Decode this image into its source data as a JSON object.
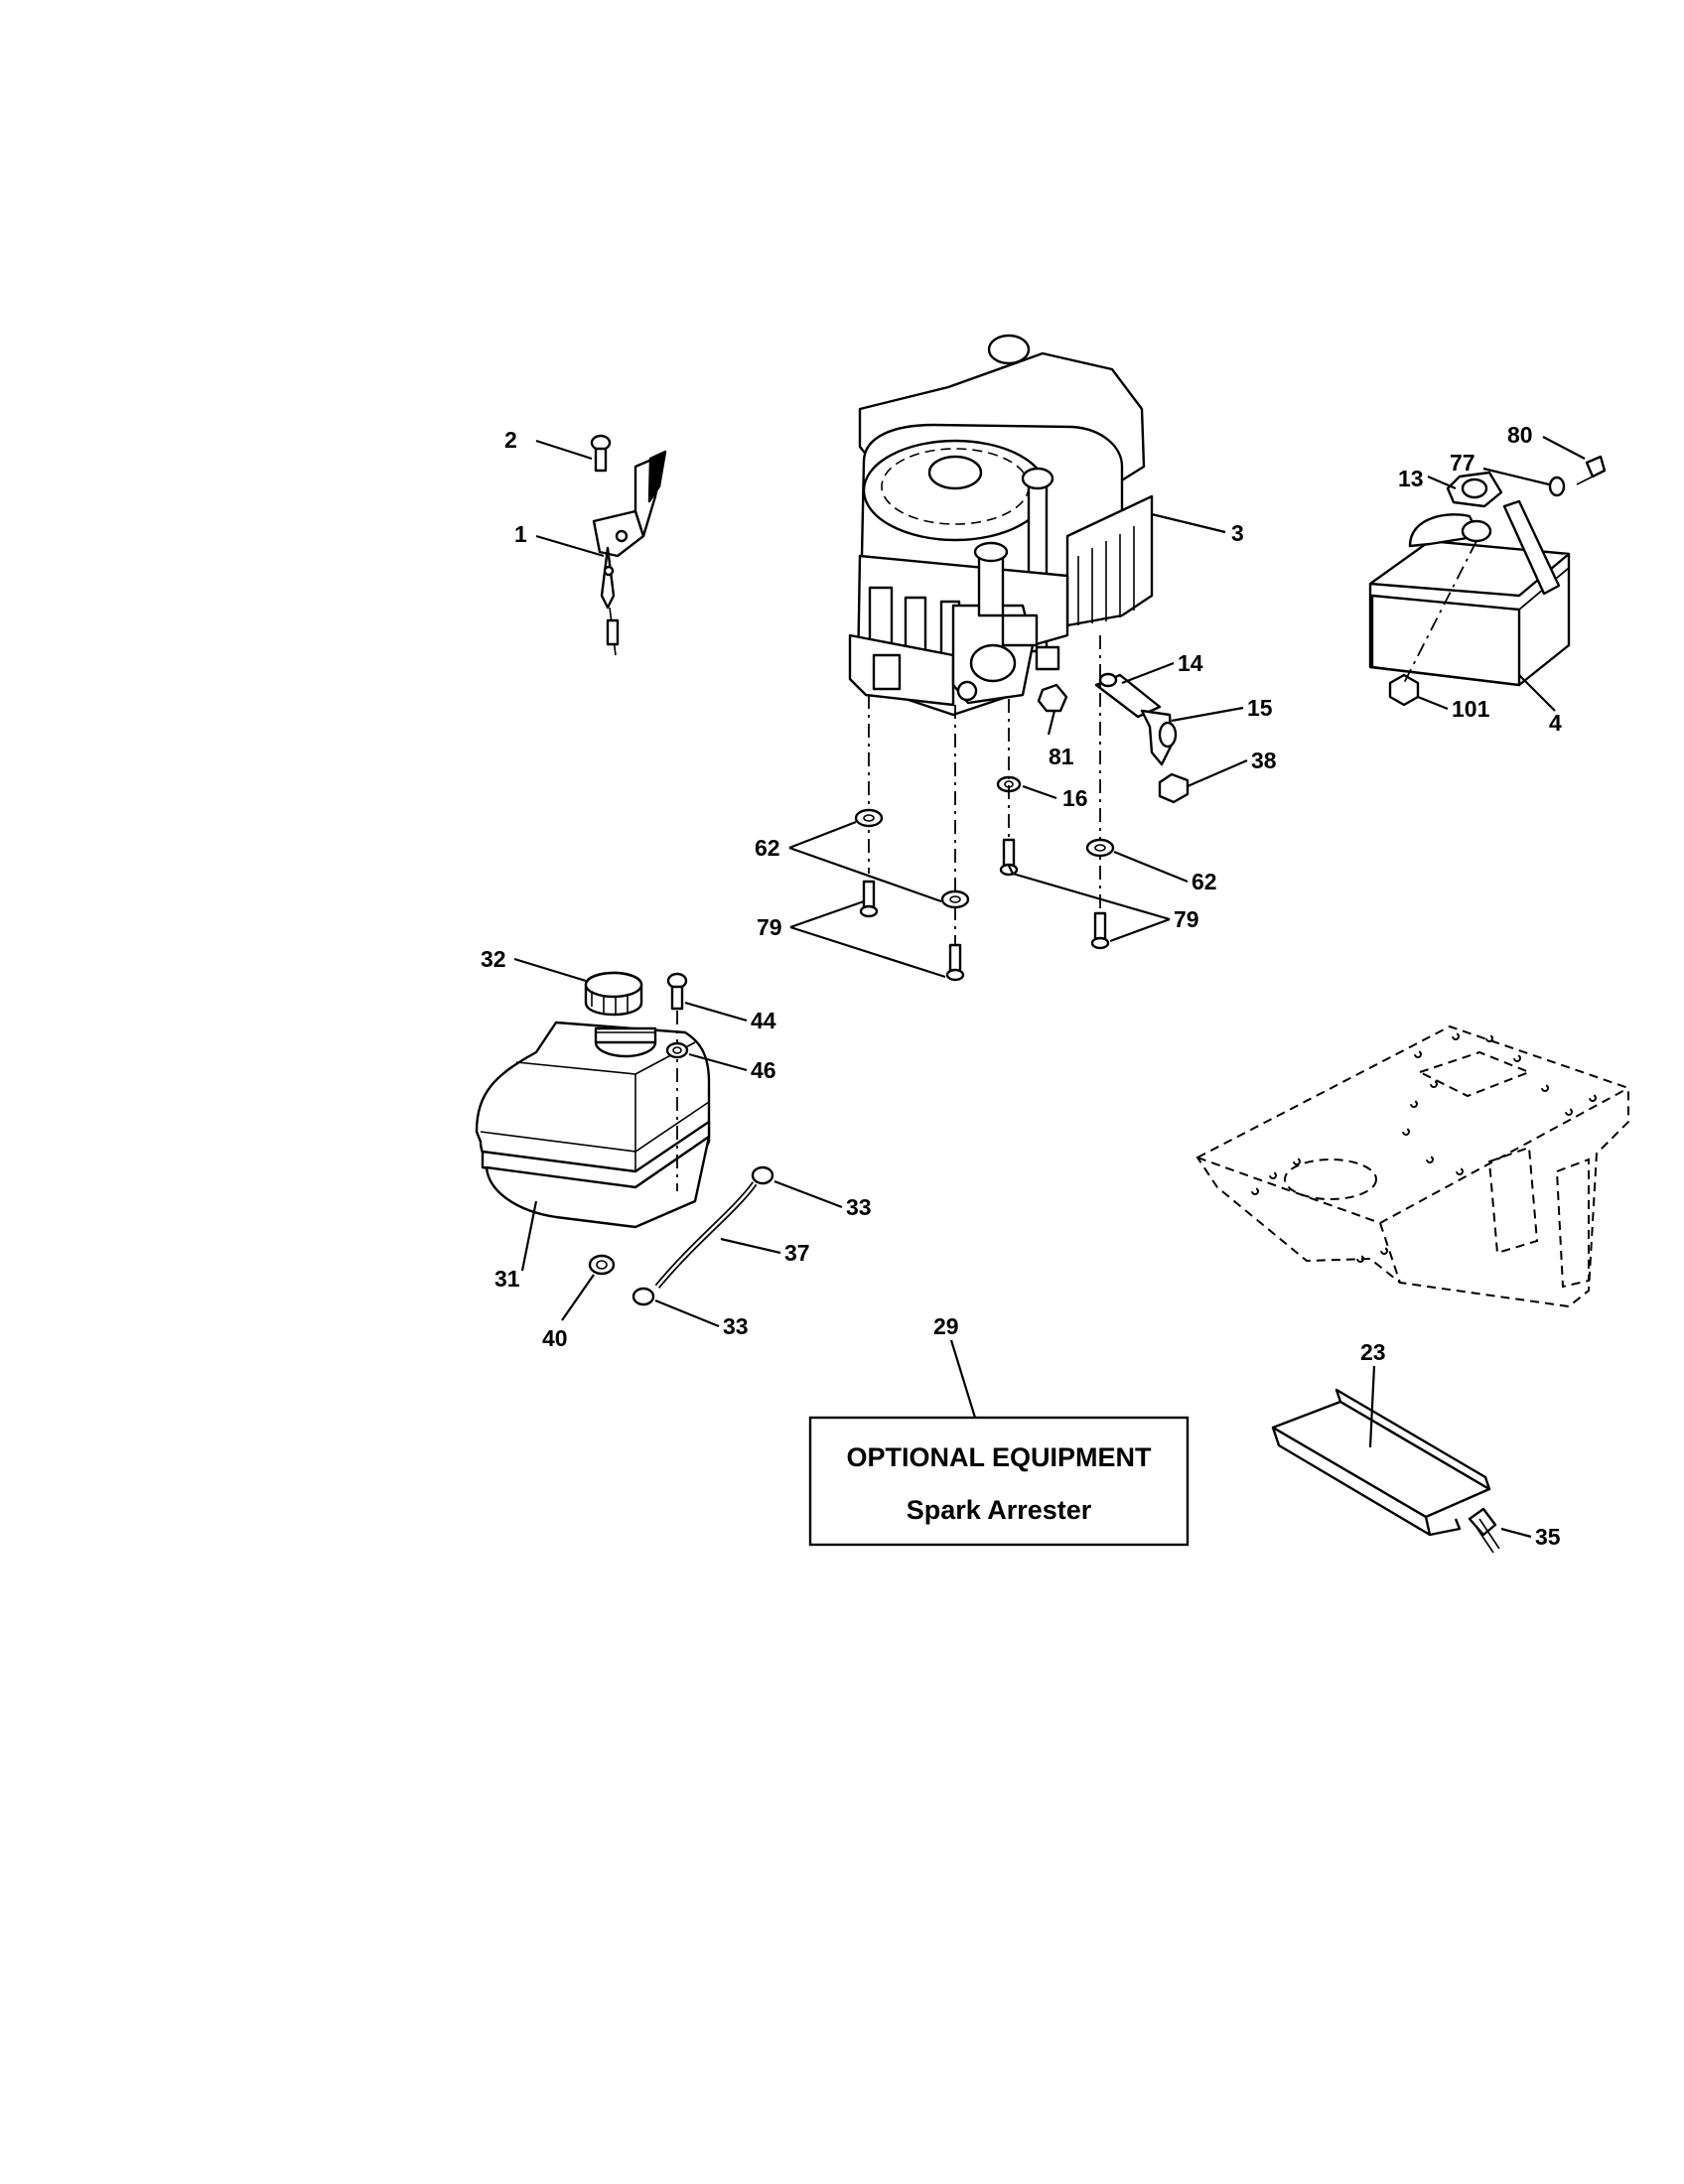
{
  "callouts": {
    "c1": "1",
    "c2": "2",
    "c3": "3",
    "c4": "4",
    "c13": "13",
    "c14": "14",
    "c15": "15",
    "c16": "16",
    "c23": "23",
    "c29": "29",
    "c31": "31",
    "c32": "32",
    "c33a": "33",
    "c33b": "33",
    "c35": "35",
    "c37": "37",
    "c38": "38",
    "c40": "40",
    "c44": "44",
    "c46": "46",
    "c62a": "62",
    "c62b": "62",
    "c77": "77",
    "c79a": "79",
    "c79b": "79",
    "c80": "80",
    "c81": "81",
    "c101": "101"
  },
  "optional_box": {
    "title": "OPTIONAL EQUIPMENT",
    "subtitle": "Spark Arrester"
  }
}
